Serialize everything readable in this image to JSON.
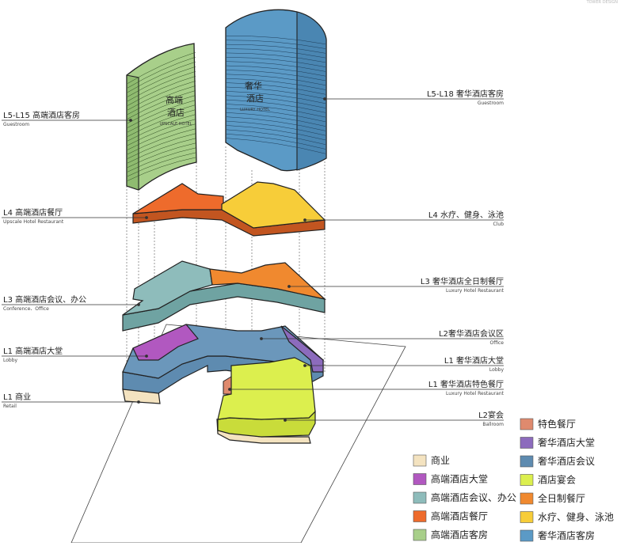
{
  "corner_text": "TOWER DESIGN",
  "towers": {
    "upscale": {
      "line1": "高端",
      "line2": "酒店",
      "sub": "UPSCALE HOTEL",
      "color": "#a8cf8a"
    },
    "luxury": {
      "line1": "奢华",
      "line2": "酒店",
      "sub": "LUXURY HOTEL",
      "color": "#5b9ac6"
    }
  },
  "labels_left": [
    {
      "main": "L5-L15 高端酒店客房",
      "sub": "Guestroom"
    },
    {
      "main": "L4 高端酒店餐厅",
      "sub": "Upscale Hotel Restaurant"
    },
    {
      "main": "L3 高端酒店会议、办公",
      "sub": "Conference、Office"
    },
    {
      "main": "L1 高端酒店大堂",
      "sub": "Lobby"
    },
    {
      "main": "L1 商业",
      "sub": "Retail"
    }
  ],
  "labels_right": [
    {
      "main": "L5-L18 奢华酒店客房",
      "sub": "Guestroom"
    },
    {
      "main": "L4 水疗、健身、泳池",
      "sub": "Club"
    },
    {
      "main": "L3 奢华酒店全日制餐厅",
      "sub": "Luxury Hotel Restaurant"
    },
    {
      "main": "L2奢华酒店会议区",
      "sub": "Office"
    },
    {
      "main": "L1 奢华酒店大堂",
      "sub": "Lobby"
    },
    {
      "main": "L1 奢华酒店特色餐厅",
      "sub": "Luxury Hotel Restaurant"
    },
    {
      "main": "L2宴会",
      "sub": "Ballroom"
    }
  ],
  "colors": {
    "retail": "#f4e3c0",
    "upscale_lobby": "#b158c0",
    "upscale_conference": "#8ebcbb",
    "upscale_restaurant": "#ee6b2c",
    "upscale_guestroom": "#a8cf8a",
    "specialty_restaurant": "#df8a6e",
    "luxury_lobby": "#8c6bbd",
    "luxury_conference": "#5e8bb0",
    "banquet": "#dcef4e",
    "all_day_dining": "#f0892f",
    "spa": "#f7cd39",
    "luxury_guestroom": "#5b9ac6"
  },
  "legend_left": [
    {
      "label": "商业",
      "color": "#f4e3c0"
    },
    {
      "label": "高端酒店大堂",
      "color": "#b158c0"
    },
    {
      "label": "高端酒店会议、办公",
      "color": "#8ebcbb"
    },
    {
      "label": "高端酒店餐厅",
      "color": "#ee6b2c"
    },
    {
      "label": "高端酒店客房",
      "color": "#a8cf8a"
    }
  ],
  "legend_right": [
    {
      "label": "特色餐厅",
      "color": "#df8a6e"
    },
    {
      "label": "奢华酒店大堂",
      "color": "#8c6bbd"
    },
    {
      "label": "奢华酒店会议",
      "color": "#5e8bb0"
    },
    {
      "label": "酒店宴会",
      "color": "#dcef4e"
    },
    {
      "label": "全日制餐厅",
      "color": "#f0892f"
    },
    {
      "label": "水疗、健身、泳池",
      "color": "#f7cd39"
    },
    {
      "label": "奢华酒店客房",
      "color": "#5b9ac6"
    }
  ]
}
